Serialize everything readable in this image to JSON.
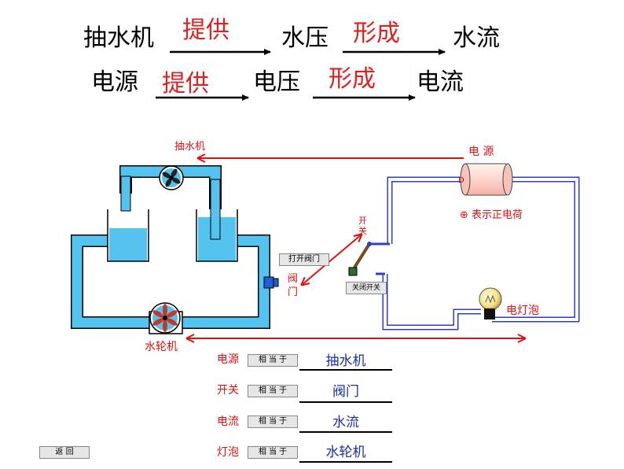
{
  "analogy": {
    "row1": {
      "a": "抽水机",
      "fill1": "提供",
      "b": "水压",
      "fill2": "形成",
      "c": "水流"
    },
    "row2": {
      "a": "电源",
      "fill1": "提供",
      "b": "电压",
      "fill2": "形成",
      "c": "电流"
    }
  },
  "diagram": {
    "pump_label": "抽水机",
    "power_label": "电 源",
    "positive_charge_symbol": "⊕",
    "positive_charge_text": "表示正电荷",
    "switch_label": "开\n关",
    "valve_label": "阀\n门",
    "bulb_label": "电灯泡",
    "turbine_label": "水轮机",
    "open_valve_button": "打开阀门",
    "close_switch_button": "关闭开关"
  },
  "equivalents": {
    "button_label": "相 当 于",
    "rows": [
      {
        "term": "电源",
        "answer": "抽水机"
      },
      {
        "term": "开关",
        "answer": "阀门"
      },
      {
        "term": "电流",
        "answer": "水流"
      },
      {
        "term": "灯泡",
        "answer": "水轮机"
      }
    ]
  },
  "back_button": "返  回",
  "colors": {
    "water": "#55c3ef",
    "wire": "#2f3fc0",
    "arrow_red": "#e01010"
  }
}
